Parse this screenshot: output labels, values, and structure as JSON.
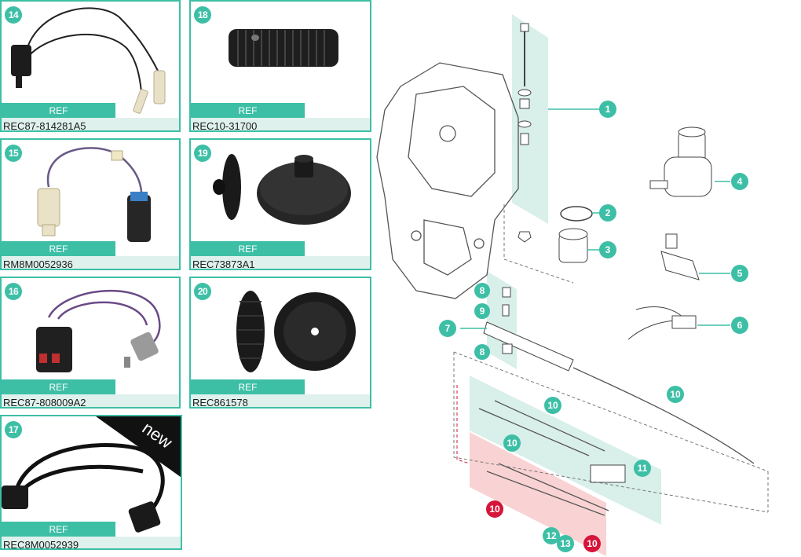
{
  "ref_label": "REF",
  "cards": [
    {
      "num": "14",
      "code": "REC87-814281A5"
    },
    {
      "num": "18",
      "code": "REC10-31700"
    },
    {
      "num": "15",
      "code": "RM8M0052936"
    },
    {
      "num": "19",
      "code": "REC73873A1"
    },
    {
      "num": "16",
      "code": "REC87-808009A2"
    },
    {
      "num": "20",
      "code": "REC861578"
    },
    {
      "num": "17",
      "code": "REC8M0052939",
      "badge": "new"
    }
  ],
  "callouts": {
    "c1": "1",
    "c2": "2",
    "c3": "3",
    "c4": "4",
    "c5": "5",
    "c6": "6",
    "c7": "7",
    "c8a": "8",
    "c8b": "8",
    "c9": "9",
    "c10a": "10",
    "c10b": "10",
    "c10c": "10",
    "c10d": "10",
    "c10e": "10",
    "c11": "11",
    "c12": "12",
    "c13": "13"
  },
  "colors": {
    "accent": "#3dbfa6",
    "accent_light": "#dff1ec",
    "highlight_red": "#d6153a",
    "red_zone": "#f9d3d3",
    "teal_zone": "#d9efea"
  }
}
